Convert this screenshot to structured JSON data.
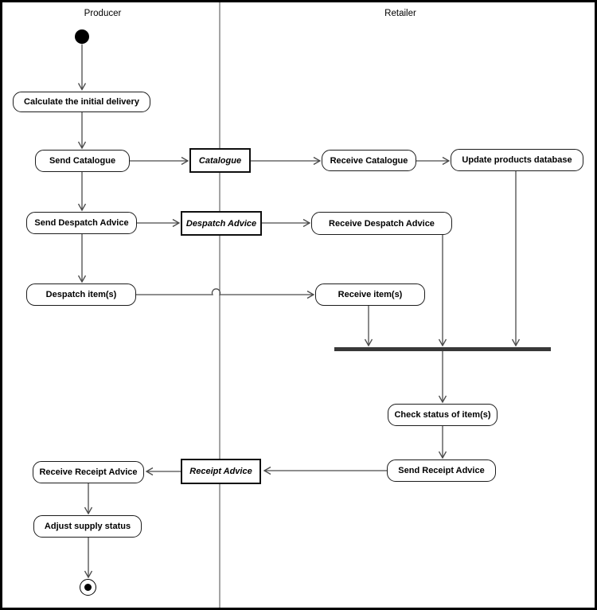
{
  "diagram": {
    "type": "uml-activity-swimlane",
    "lanes": {
      "producer": "Producer",
      "retailer": "Retailer"
    },
    "nodes": {
      "calculate_initial_delivery": {
        "label": "Calculate the initial delivery",
        "type": "activity",
        "lane": "Producer"
      },
      "send_catalogue": {
        "label": "Send Catalogue",
        "type": "activity",
        "lane": "Producer"
      },
      "catalogue": {
        "label": "Catalogue",
        "type": "object",
        "lane": "boundary"
      },
      "receive_catalogue": {
        "label": "Receive Catalogue",
        "type": "activity",
        "lane": "Retailer"
      },
      "update_products_database": {
        "label": "Update products database",
        "type": "activity",
        "lane": "Retailer"
      },
      "send_despatch_advice": {
        "label": "Send Despatch Advice",
        "type": "activity",
        "lane": "Producer"
      },
      "despatch_advice": {
        "label": "Despatch Advice",
        "type": "object",
        "lane": "boundary"
      },
      "receive_despatch_advice": {
        "label": "Receive Despatch Advice",
        "type": "activity",
        "lane": "Retailer"
      },
      "despatch_items": {
        "label": "Despatch item(s)",
        "type": "activity",
        "lane": "Producer"
      },
      "receive_items": {
        "label": "Receive item(s)",
        "type": "activity",
        "lane": "Retailer"
      },
      "check_status_of_items": {
        "label": "Check status of item(s)",
        "type": "activity",
        "lane": "Retailer"
      },
      "send_receipt_advice": {
        "label": "Send Receipt Advice",
        "type": "activity",
        "lane": "Retailer"
      },
      "receipt_advice": {
        "label": "Receipt Advice",
        "type": "object",
        "lane": "boundary"
      },
      "receive_receipt_advice": {
        "label": "Receive Receipt Advice",
        "type": "activity",
        "lane": "Producer"
      },
      "adjust_supply_status": {
        "label": "Adjust supply status",
        "type": "activity",
        "lane": "Producer"
      },
      "start": {
        "label": "",
        "type": "initial-node",
        "lane": "Producer"
      },
      "join": {
        "label": "",
        "type": "join-bar",
        "lane": "Retailer"
      },
      "final": {
        "label": "",
        "type": "final-node",
        "lane": "Producer"
      }
    },
    "edges": [
      {
        "from": "start",
        "to": "calculate_initial_delivery"
      },
      {
        "from": "calculate_initial_delivery",
        "to": "send_catalogue"
      },
      {
        "from": "send_catalogue",
        "to": "catalogue"
      },
      {
        "from": "catalogue",
        "to": "receive_catalogue"
      },
      {
        "from": "receive_catalogue",
        "to": "update_products_database"
      },
      {
        "from": "send_catalogue",
        "to": "send_despatch_advice"
      },
      {
        "from": "send_despatch_advice",
        "to": "despatch_advice"
      },
      {
        "from": "despatch_advice",
        "to": "receive_despatch_advice"
      },
      {
        "from": "send_despatch_advice",
        "to": "despatch_items"
      },
      {
        "from": "despatch_items",
        "to": "receive_items",
        "note": "crosses lane divider with hop"
      },
      {
        "from": "receive_items",
        "to": "join"
      },
      {
        "from": "receive_despatch_advice",
        "to": "join"
      },
      {
        "from": "update_products_database",
        "to": "join"
      },
      {
        "from": "join",
        "to": "check_status_of_items"
      },
      {
        "from": "check_status_of_items",
        "to": "send_receipt_advice"
      },
      {
        "from": "send_receipt_advice",
        "to": "receipt_advice"
      },
      {
        "from": "receipt_advice",
        "to": "receive_receipt_advice"
      },
      {
        "from": "receive_receipt_advice",
        "to": "adjust_supply_status"
      },
      {
        "from": "adjust_supply_status",
        "to": "final"
      }
    ],
    "colors": {
      "background": "#ffffff",
      "frame": "#000000",
      "edge": "#4a4a4a",
      "activity_border": "#1c1c1c",
      "object_border": "#0f0f0f",
      "join_bar": "#383838"
    }
  }
}
